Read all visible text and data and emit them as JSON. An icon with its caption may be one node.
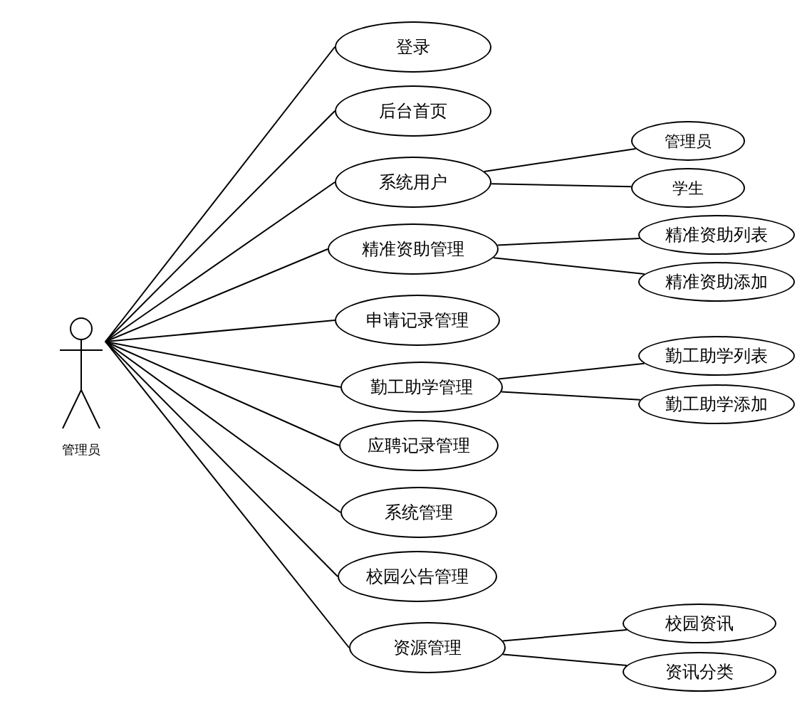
{
  "diagram": {
    "nodes": [
      {
        "text": [
          "管理员"
        ]
      },
      {
        "text": [
          "登录"
        ]
      },
      {
        "text": [
          "后台首页"
        ]
      },
      {
        "text": [
          "系统用户"
        ]
      },
      {
        "text": [
          "精准资助管理"
        ]
      },
      {
        "text": [
          "申请记录管理"
        ]
      },
      {
        "text": [
          "勤工助学管理"
        ]
      },
      {
        "text": [
          "应聘记录管理"
        ]
      },
      {
        "text": [
          "系统管理"
        ]
      },
      {
        "text": [
          "校园公告管理"
        ]
      },
      {
        "text": [
          "资源管理"
        ]
      },
      {
        "text": [
          "管理员"
        ]
      },
      {
        "text": [
          "学生"
        ]
      },
      {
        "text": [
          "精准资助列表"
        ]
      },
      {
        "text": [
          "精准资助添加"
        ]
      },
      {
        "text": [
          "勤工助学列表"
        ]
      },
      {
        "text": [
          "勤工助学添加"
        ]
      },
      {
        "text": [
          "校园资讯"
        ]
      },
      {
        "text": [
          "资讯分类"
        ]
      }
    ],
    "edges": [
      {
        "from": 0,
        "to": 1,
        "arrow": "none"
      },
      {
        "from": 0,
        "to": 2,
        "arrow": "none"
      },
      {
        "from": 0,
        "to": 3,
        "arrow": "none"
      },
      {
        "from": 0,
        "to": 4,
        "arrow": "none"
      },
      {
        "from": 0,
        "to": 5,
        "arrow": "none"
      },
      {
        "from": 0,
        "to": 6,
        "arrow": "none"
      },
      {
        "from": 0,
        "to": 7,
        "arrow": "none"
      },
      {
        "from": 0,
        "to": 8,
        "arrow": "none"
      },
      {
        "from": 0,
        "to": 9,
        "arrow": "none"
      },
      {
        "from": 0,
        "to": 10,
        "arrow": "none"
      },
      {
        "from": 3,
        "to": 11,
        "arrow": "none"
      },
      {
        "from": 3,
        "to": 12,
        "arrow": "none"
      },
      {
        "from": 4,
        "to": 13,
        "arrow": "none"
      },
      {
        "from": 4,
        "to": 14,
        "arrow": "none"
      },
      {
        "from": 6,
        "to": 15,
        "arrow": "none"
      },
      {
        "from": 6,
        "to": 16,
        "arrow": "none"
      },
      {
        "from": 10,
        "to": 17,
        "arrow": "none"
      },
      {
        "from": 10,
        "to": 18,
        "arrow": "none"
      }
    ]
  }
}
